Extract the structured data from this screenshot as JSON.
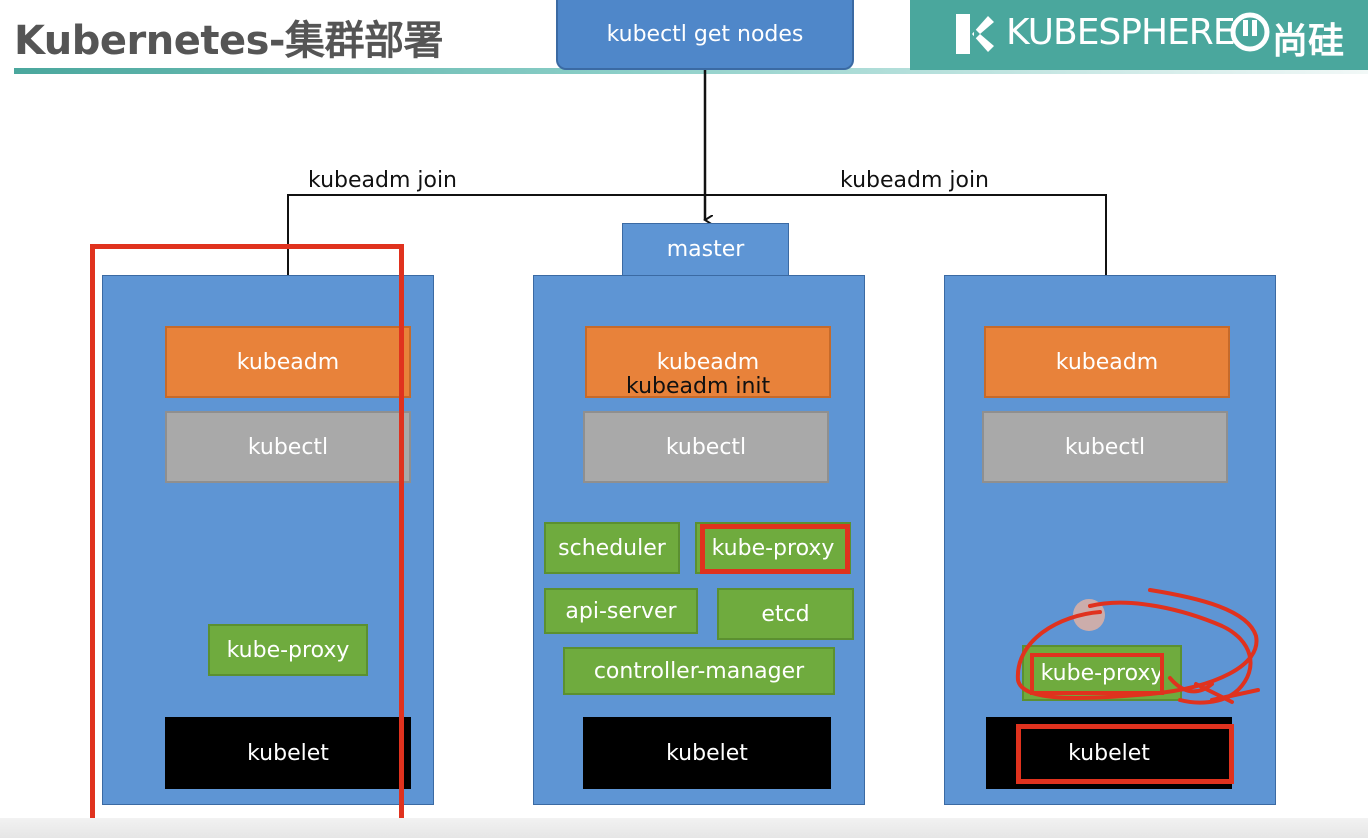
{
  "header": {
    "title": "Kubernetes-集群部署",
    "brand_name": "KUBESPHERE",
    "brand_partner": "尚硅"
  },
  "command": {
    "label": "kubectl get nodes"
  },
  "connectors": {
    "left_join": "kubeadm join",
    "right_join": "kubeadm join"
  },
  "nodes": {
    "left": {
      "kubeadm": "kubeadm",
      "kubectl": "kubectl",
      "kube_proxy": "kube-proxy",
      "kubelet": "kubelet"
    },
    "master": {
      "tab": "master",
      "kubeadm": "kubeadm",
      "init": "kubeadm init",
      "kubectl": "kubectl",
      "scheduler": "scheduler",
      "kube_proxy": "kube-proxy",
      "api_server": "api-server",
      "etcd": "etcd",
      "controller_manager": "controller-manager",
      "kubelet": "kubelet"
    },
    "right": {
      "kubeadm": "kubeadm",
      "kubectl": "kubectl",
      "kube_proxy": "kube-proxy",
      "kubelet": "kubelet"
    }
  },
  "colors": {
    "node_fill": "#5e95d4",
    "kubeadm_fill": "#e8823a",
    "kubectl_fill": "#a9a9a9",
    "component_fill": "#6fab3e",
    "kubelet_fill": "#000000",
    "annotation": "#e0321e",
    "brand": "#4aa79d"
  },
  "icons": [
    "kubesphere-logo-icon",
    "atguigu-logo-icon"
  ]
}
